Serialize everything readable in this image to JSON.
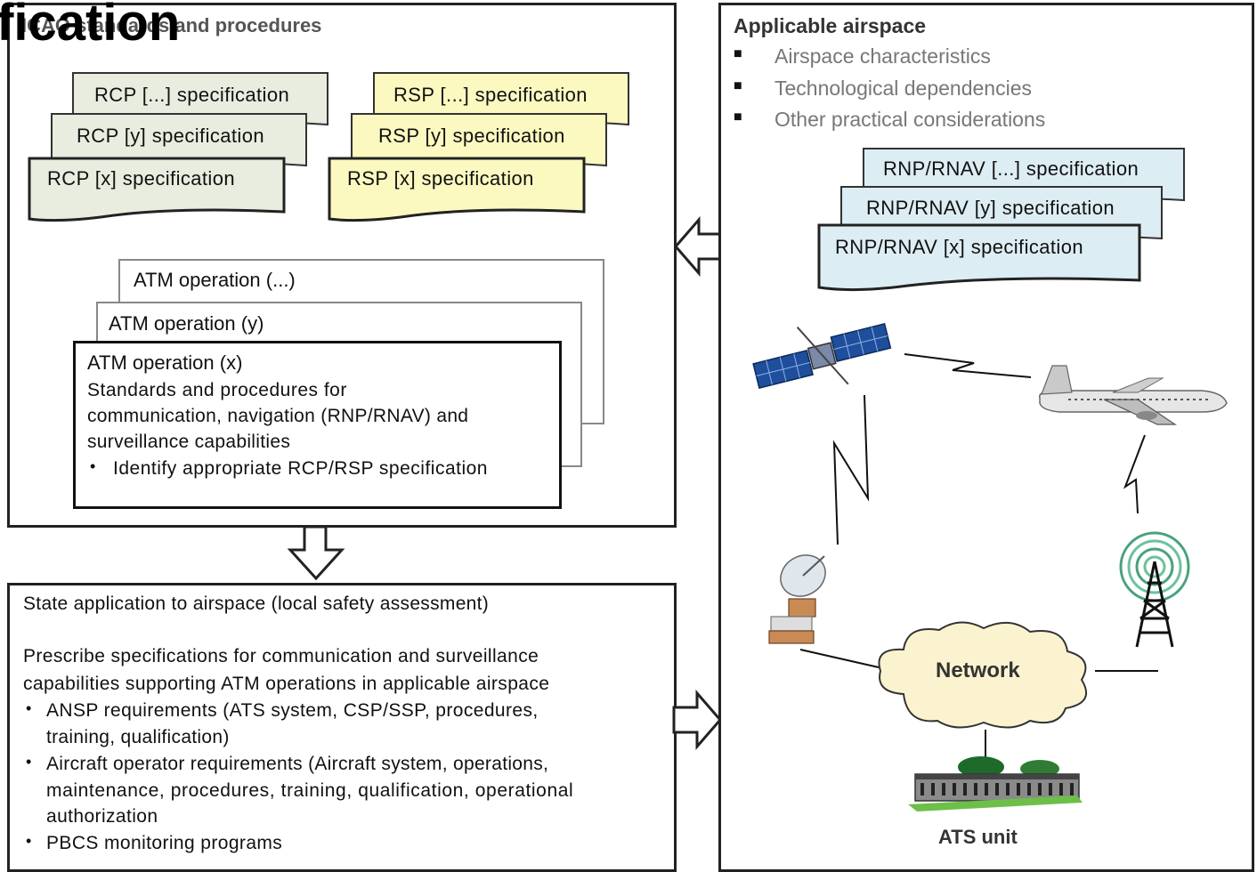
{
  "overlay_title": "ification",
  "left_panel": {
    "heading": "ICAO standards and procedures",
    "rcp_docs": [
      "RCP [...] specification",
      "RCP [y] specification",
      "RCP [x] specification"
    ],
    "rsp_docs": [
      "RSP [...] specification",
      "RSP [y] specification",
      "RSP [x] specification"
    ],
    "atm_ops": {
      "back": "ATM operation (...)",
      "middle": "ATM operation (y)",
      "front_title": "ATM operation (x)",
      "front_lines": [
        "Standards and procedures for",
        "communication, navigation (RNP/RNAV) and",
        "surveillance capabilities"
      ],
      "front_bullet": "Identify appropriate RCP/RSP specification"
    }
  },
  "bottom_panel": {
    "line1": "State application to airspace (local safety assessment)",
    "para_lines": [
      "Prescribe specifications for communication and surveillance",
      "capabilities supporting ATM operations in applicable airspace"
    ],
    "bullets": [
      [
        "ANSP requirements (ATS system, CSP/SSP, procedures,",
        "training, qualification)"
      ],
      [
        "Aircraft operator requirements (Aircraft system, operations,",
        "maintenance, procedures, training, qualification, operational",
        "authorization"
      ],
      [
        "PBCS monitoring programs"
      ]
    ]
  },
  "right_panel": {
    "heading": "Applicable airspace",
    "bullets": [
      "Airspace characteristics",
      "Technological dependencies",
      "Other practical considerations"
    ],
    "rnp_docs": [
      "RNP/RNAV [...] specification",
      "RNP/RNAV [y] specification",
      "RNP/RNAV [x] specification"
    ],
    "network_label": "Network",
    "ats_label": "ATS unit"
  },
  "colors": {
    "rcp_fill": "#e8eddf",
    "rsp_fill": "#fbf8c0",
    "rnp_fill": "#dcedf3",
    "border": "#222222",
    "bullet_text": "#777777"
  }
}
